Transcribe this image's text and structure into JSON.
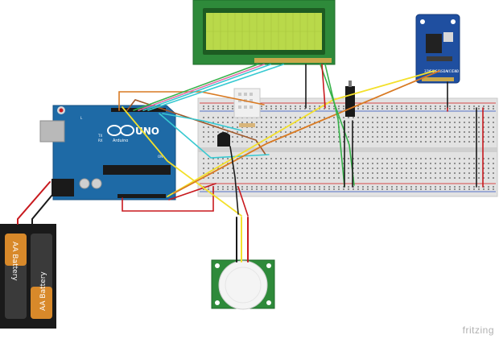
{
  "uno": {
    "logo_text": "UNO",
    "brand_text": "Arduino",
    "labels": {
      "tx": "TX",
      "rx": "RX",
      "l": "L",
      "on": "ON"
    }
  },
  "battery": {
    "cell_label_1": "AA Battery",
    "cell_label_2": "AA Battery"
  },
  "rtc": {
    "pin_labels": [
      "32K",
      "SQW",
      "SCL",
      "SDA",
      "VCC",
      "GND"
    ]
  },
  "watermark": {
    "text": "fritzing"
  },
  "colors": {
    "wire_red": "#c8191e",
    "wire_black": "#1a1a1a",
    "wire_yellow": "#f3e02b",
    "wire_cyan": "#38c9d1",
    "wire_green": "#37b24a",
    "wire_orange": "#d97a22",
    "wire_brown": "#a0582a",
    "wire_pink": "#e26fa8",
    "lcd_green": "#b9d94a",
    "board_blue": "#1e6aa6"
  }
}
